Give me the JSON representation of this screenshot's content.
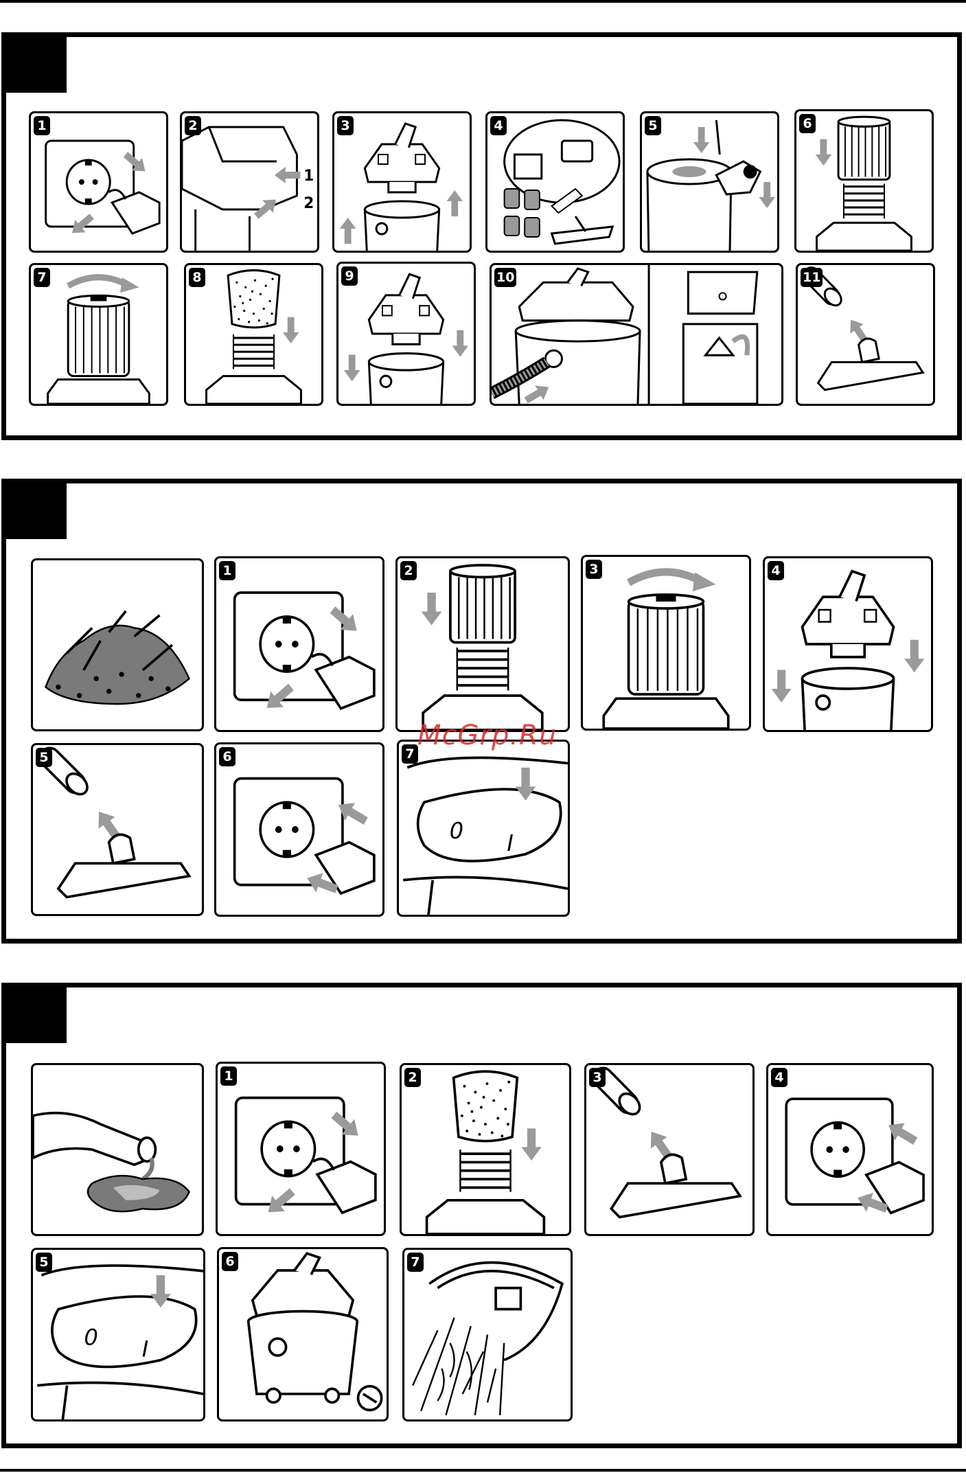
{
  "watermark": "McGrp.Ru",
  "colors": {
    "ink": "#000000",
    "arrow": "#9a9a9a",
    "liquid": "#7a7a7a"
  },
  "sections": [
    {
      "id": "assembly",
      "steps": [
        {
          "num": "1",
          "icon": "unplug-icon"
        },
        {
          "num": "2",
          "icon": "motor-unlatch-icon",
          "labels": [
            "1",
            "2"
          ]
        },
        {
          "num": "3",
          "icon": "lift-motor-head-icon"
        },
        {
          "num": "4",
          "icon": "tank-accessories-icon"
        },
        {
          "num": "5",
          "icon": "attach-caster-icon"
        },
        {
          "num": "6",
          "icon": "fit-cartridge-filter-icon"
        },
        {
          "num": "7",
          "icon": "twist-lock-filter-icon"
        },
        {
          "num": "8",
          "icon": "fit-foam-filter-icon"
        },
        {
          "num": "9",
          "icon": "lower-motor-head-icon"
        },
        {
          "num": "10",
          "icon": "connect-hose-icon"
        },
        {
          "num": "11",
          "icon": "attach-nozzle-icon"
        }
      ]
    },
    {
      "id": "dry-pickup",
      "intro_icon": "dry-debris-icon",
      "steps": [
        {
          "num": "1",
          "icon": "unplug-icon"
        },
        {
          "num": "2",
          "icon": "fit-cartridge-filter-icon"
        },
        {
          "num": "3",
          "icon": "twist-lock-filter-icon"
        },
        {
          "num": "4",
          "icon": "lower-motor-head-icon"
        },
        {
          "num": "5",
          "icon": "attach-nozzle-icon"
        },
        {
          "num": "6",
          "icon": "plug-in-icon"
        },
        {
          "num": "7",
          "icon": "power-switch-icon",
          "labels": [
            "0",
            "I"
          ]
        }
      ]
    },
    {
      "id": "wet-pickup",
      "intro_icon": "liquid-spill-icon",
      "steps": [
        {
          "num": "1",
          "icon": "unplug-icon"
        },
        {
          "num": "2",
          "icon": "fit-foam-filter-icon"
        },
        {
          "num": "3",
          "icon": "attach-nozzle-icon"
        },
        {
          "num": "4",
          "icon": "plug-in-icon"
        },
        {
          "num": "5",
          "icon": "power-switch-icon",
          "labels": [
            "0",
            "I"
          ]
        },
        {
          "num": "6",
          "icon": "drain-plug-icon"
        },
        {
          "num": "7",
          "icon": "empty-tank-icon"
        }
      ]
    }
  ]
}
